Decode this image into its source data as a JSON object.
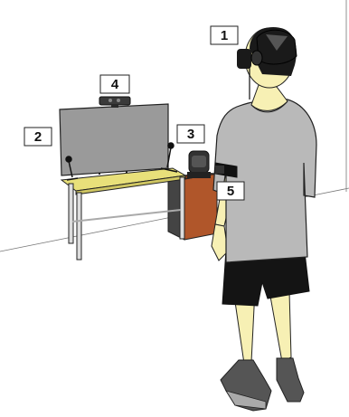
{
  "callouts": [
    {
      "label": "1",
      "target": "headset"
    },
    {
      "label": "2",
      "target": "display-screen"
    },
    {
      "label": "3",
      "target": "microphone-and-sensor"
    },
    {
      "label": "4",
      "target": "camera"
    },
    {
      "label": "5",
      "target": "arm-band"
    }
  ],
  "colors": {
    "screen": "#9a9a9a",
    "table_top": "#e8e07a",
    "cabinet": "#b0562a",
    "shirt": "#b9b9b9",
    "shorts": "#141414",
    "skin": "#f7f0b4",
    "shoes": "#555555",
    "headset": "#1a1a1a",
    "outline": "#222222"
  }
}
